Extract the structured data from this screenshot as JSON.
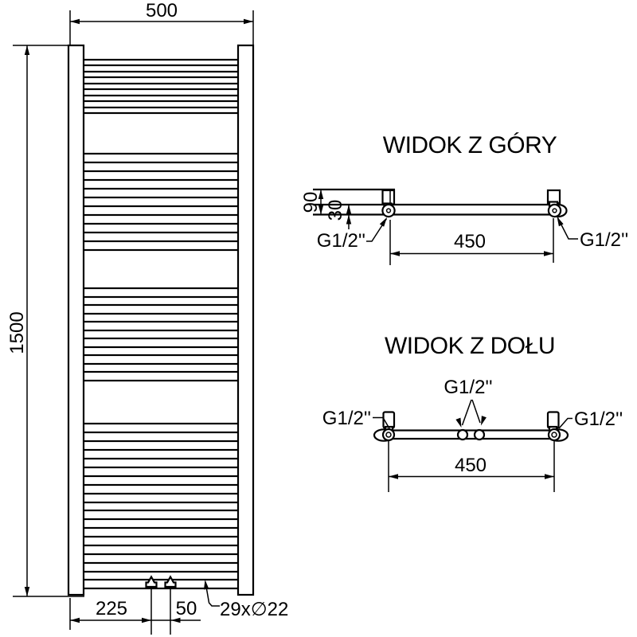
{
  "colors": {
    "line": "#000000",
    "background": "#ffffff"
  },
  "front_view": {
    "width_label": "500",
    "height_label": "1500",
    "offset_label": "225",
    "spacing_label": "50",
    "tube_spec_label": "29x∅22"
  },
  "top_view": {
    "title": "WIDOK Z GÓRY",
    "depth_label": "90",
    "offset_label": "30",
    "span_label": "450",
    "left_connection_label": "G1/2''",
    "right_connection_label": "G1/2''"
  },
  "bottom_view": {
    "title": "WIDOK Z DOŁU",
    "span_label": "450",
    "left_connection_label": "G1/2''",
    "right_connection_label": "G1/2''",
    "center_connection_label": "G1/2''"
  }
}
